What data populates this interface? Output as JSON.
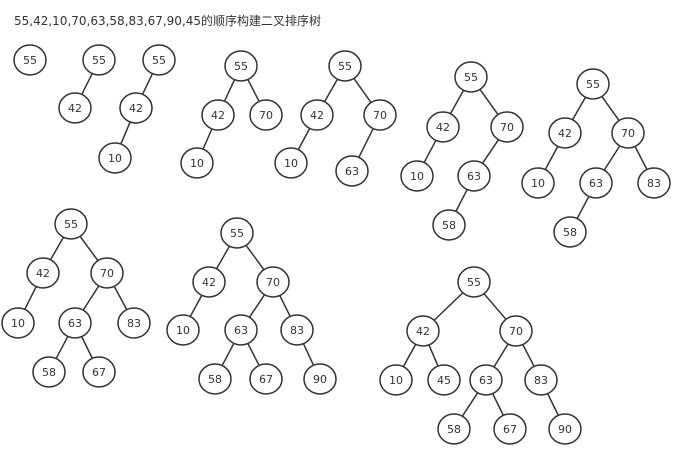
{
  "title": "55,42,10,70,63,58,83,67,90,45的顺序构建二叉排序树",
  "colors": {
    "line": "#333333",
    "node_fill": "#ffffff",
    "text": "#333333"
  },
  "trees": [
    {
      "step": 1,
      "nodes": [
        {
          "id": "a",
          "label": "55"
        }
      ],
      "edges": []
    },
    {
      "step": 2,
      "nodes": [
        {
          "id": "a",
          "label": "55"
        },
        {
          "id": "b",
          "label": "42"
        }
      ],
      "edges": [
        [
          "a",
          "b"
        ]
      ]
    },
    {
      "step": 3,
      "nodes": [
        {
          "id": "a",
          "label": "55"
        },
        {
          "id": "b",
          "label": "42"
        },
        {
          "id": "c",
          "label": "10"
        }
      ],
      "edges": [
        [
          "a",
          "b"
        ],
        [
          "b",
          "c"
        ]
      ]
    },
    {
      "step": 4,
      "nodes": [
        {
          "id": "a",
          "label": "55"
        },
        {
          "id": "b",
          "label": "42"
        },
        {
          "id": "c",
          "label": "70"
        },
        {
          "id": "d",
          "label": "10"
        }
      ],
      "edges": [
        [
          "a",
          "b"
        ],
        [
          "a",
          "c"
        ],
        [
          "b",
          "d"
        ]
      ]
    },
    {
      "step": 5,
      "nodes": [
        {
          "id": "a",
          "label": "55"
        },
        {
          "id": "b",
          "label": "42"
        },
        {
          "id": "c",
          "label": "70"
        },
        {
          "id": "d",
          "label": "10"
        },
        {
          "id": "e",
          "label": "63"
        }
      ],
      "edges": [
        [
          "a",
          "b"
        ],
        [
          "a",
          "c"
        ],
        [
          "b",
          "d"
        ],
        [
          "c",
          "e"
        ]
      ]
    },
    {
      "step": 6,
      "nodes": [
        {
          "id": "a",
          "label": "55"
        },
        {
          "id": "b",
          "label": "42"
        },
        {
          "id": "c",
          "label": "70"
        },
        {
          "id": "d",
          "label": "10"
        },
        {
          "id": "e",
          "label": "63"
        },
        {
          "id": "f",
          "label": "58"
        }
      ],
      "edges": [
        [
          "a",
          "b"
        ],
        [
          "a",
          "c"
        ],
        [
          "b",
          "d"
        ],
        [
          "c",
          "e"
        ],
        [
          "e",
          "f"
        ]
      ]
    },
    {
      "step": 7,
      "nodes": [
        {
          "id": "a",
          "label": "55"
        },
        {
          "id": "b",
          "label": "42"
        },
        {
          "id": "c",
          "label": "70"
        },
        {
          "id": "d",
          "label": "10"
        },
        {
          "id": "e",
          "label": "63"
        },
        {
          "id": "f",
          "label": "83"
        },
        {
          "id": "g",
          "label": "58"
        }
      ],
      "edges": [
        [
          "a",
          "b"
        ],
        [
          "a",
          "c"
        ],
        [
          "b",
          "d"
        ],
        [
          "c",
          "e"
        ],
        [
          "c",
          "f"
        ],
        [
          "e",
          "g"
        ]
      ]
    },
    {
      "step": 8,
      "nodes": [
        {
          "id": "a",
          "label": "55"
        },
        {
          "id": "b",
          "label": "42"
        },
        {
          "id": "c",
          "label": "70"
        },
        {
          "id": "d",
          "label": "10"
        },
        {
          "id": "e",
          "label": "63"
        },
        {
          "id": "f",
          "label": "83"
        },
        {
          "id": "g",
          "label": "58"
        },
        {
          "id": "h",
          "label": "67"
        }
      ],
      "edges": [
        [
          "a",
          "b"
        ],
        [
          "a",
          "c"
        ],
        [
          "b",
          "d"
        ],
        [
          "c",
          "e"
        ],
        [
          "c",
          "f"
        ],
        [
          "e",
          "g"
        ],
        [
          "e",
          "h"
        ]
      ]
    },
    {
      "step": 9,
      "nodes": [
        {
          "id": "a",
          "label": "55"
        },
        {
          "id": "b",
          "label": "42"
        },
        {
          "id": "c",
          "label": "70"
        },
        {
          "id": "d",
          "label": "10"
        },
        {
          "id": "e",
          "label": "63"
        },
        {
          "id": "f",
          "label": "83"
        },
        {
          "id": "g",
          "label": "58"
        },
        {
          "id": "h",
          "label": "67"
        },
        {
          "id": "i",
          "label": "90"
        }
      ],
      "edges": [
        [
          "a",
          "b"
        ],
        [
          "a",
          "c"
        ],
        [
          "b",
          "d"
        ],
        [
          "c",
          "e"
        ],
        [
          "c",
          "f"
        ],
        [
          "e",
          "g"
        ],
        [
          "e",
          "h"
        ],
        [
          "f",
          "i"
        ]
      ]
    },
    {
      "step": 10,
      "nodes": [
        {
          "id": "a",
          "label": "55"
        },
        {
          "id": "b",
          "label": "42"
        },
        {
          "id": "c",
          "label": "70"
        },
        {
          "id": "d",
          "label": "10"
        },
        {
          "id": "e",
          "label": "45"
        },
        {
          "id": "f",
          "label": "63"
        },
        {
          "id": "g",
          "label": "83"
        },
        {
          "id": "h",
          "label": "58"
        },
        {
          "id": "i",
          "label": "67"
        },
        {
          "id": "j",
          "label": "90"
        }
      ],
      "edges": [
        [
          "a",
          "b"
        ],
        [
          "a",
          "c"
        ],
        [
          "b",
          "d"
        ],
        [
          "b",
          "e"
        ],
        [
          "c",
          "f"
        ],
        [
          "c",
          "g"
        ],
        [
          "f",
          "h"
        ],
        [
          "f",
          "i"
        ],
        [
          "g",
          "j"
        ]
      ]
    }
  ]
}
